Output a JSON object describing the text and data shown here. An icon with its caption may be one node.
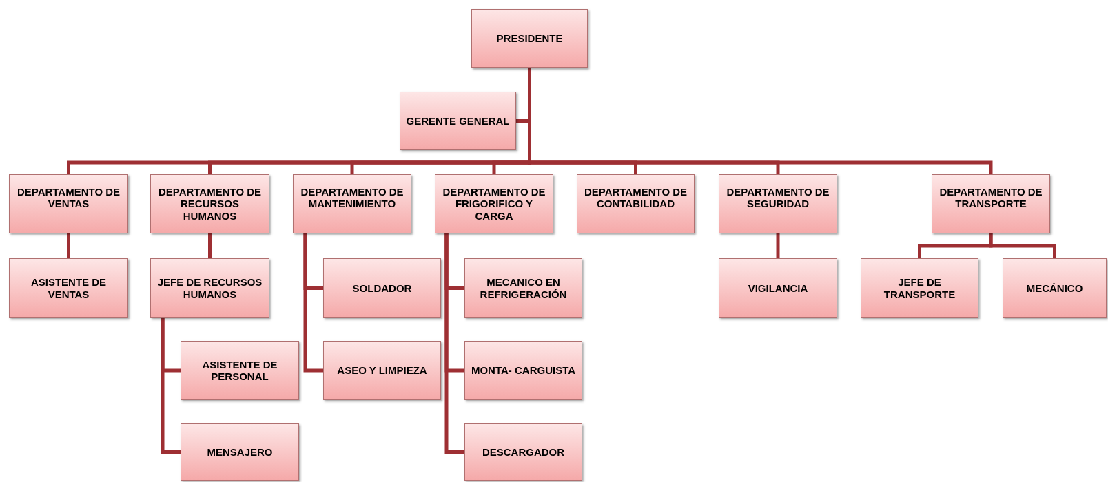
{
  "diagram": {
    "nodes": [
      {
        "text": [
          "PRESIDENTE"
        ]
      },
      {
        "text": [
          "GERENTE GENERAL"
        ]
      },
      {
        "text": [
          "DEPARTAMENTO DE VENTAS"
        ]
      },
      {
        "text": [
          "DEPARTAMENTO DE RECURSOS HUMANOS"
        ]
      },
      {
        "text": [
          "DEPARTAMENTO DE MANTENIMIENTO"
        ]
      },
      {
        "text": [
          "DEPARTAMENTO DE FRIGORIFICO Y CARGA"
        ]
      },
      {
        "text": [
          "DEPARTAMENTO DE CONTABILIDAD"
        ]
      },
      {
        "text": [
          "DEPARTAMENTO DE SEGURIDAD"
        ]
      },
      {
        "text": [
          "DEPARTAMENTO DE TRANSPORTE"
        ]
      },
      {
        "text": [
          "ASISTENTE DE VENTAS"
        ]
      },
      {
        "text": [
          "JEFE DE RECURSOS HUMANOS"
        ]
      },
      {
        "text": [
          "SOLDADOR"
        ]
      },
      {
        "text": [
          "MECANICO EN REFRIGERACIÓN"
        ]
      },
      {
        "text": [
          "VIGILANCIA"
        ]
      },
      {
        "text": [
          "JEFE DE TRANSPORTE"
        ]
      },
      {
        "text": [
          "MECÁNICO"
        ]
      },
      {
        "text": [
          "ASISTENTE DE PERSONAL"
        ]
      },
      {
        "text": [
          "ASEO Y LIMPIEZA"
        ]
      },
      {
        "text": [
          "MONTA- CARGUISTA"
        ]
      },
      {
        "text": [
          "MENSAJERO"
        ]
      },
      {
        "text": [
          "DESCARGADOR"
        ]
      }
    ],
    "edges": [
      {
        "from": 0,
        "to": 1,
        "arrow": "none"
      },
      {
        "from": 0,
        "to": 2,
        "arrow": "none"
      },
      {
        "from": 0,
        "to": 3,
        "arrow": "none"
      },
      {
        "from": 0,
        "to": 4,
        "arrow": "none"
      },
      {
        "from": 0,
        "to": 5,
        "arrow": "none"
      },
      {
        "from": 0,
        "to": 6,
        "arrow": "none"
      },
      {
        "from": 0,
        "to": 7,
        "arrow": "none"
      },
      {
        "from": 0,
        "to": 8,
        "arrow": "none"
      },
      {
        "from": 2,
        "to": 9,
        "arrow": "none"
      },
      {
        "from": 3,
        "to": 10,
        "arrow": "none"
      },
      {
        "from": 10,
        "to": 16,
        "arrow": "none"
      },
      {
        "from": 10,
        "to": 19,
        "arrow": "none"
      },
      {
        "from": 4,
        "to": 11,
        "arrow": "none"
      },
      {
        "from": 4,
        "to": 17,
        "arrow": "none"
      },
      {
        "from": 5,
        "to": 12,
        "arrow": "none"
      },
      {
        "from": 5,
        "to": 18,
        "arrow": "none"
      },
      {
        "from": 5,
        "to": 20,
        "arrow": "none"
      },
      {
        "from": 7,
        "to": 13,
        "arrow": "none"
      },
      {
        "from": 8,
        "to": 14,
        "arrow": "none"
      },
      {
        "from": 8,
        "to": 15,
        "arrow": "none"
      }
    ]
  }
}
